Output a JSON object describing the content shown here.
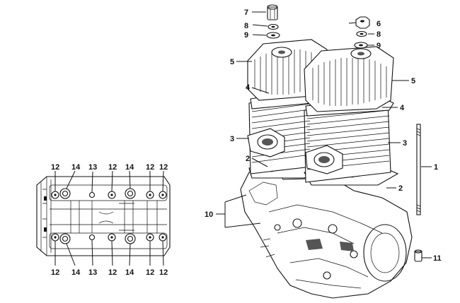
{
  "callouts": {
    "c1": "1",
    "c2a": "2",
    "c2b": "2",
    "c3a": "3",
    "c3b": "3",
    "c4a": "4",
    "c4b": "4",
    "c5a": "5",
    "c5b": "5",
    "c6": "6",
    "c7": "7",
    "c8a": "8",
    "c8b": "8",
    "c9a": "9",
    "c9b": "9",
    "c10": "10",
    "c11": "11",
    "top": [
      "12",
      "14",
      "13",
      "12",
      "14",
      "12",
      "12"
    ],
    "bottom": [
      "12",
      "14",
      "13",
      "12",
      "14",
      "12",
      "12"
    ]
  }
}
